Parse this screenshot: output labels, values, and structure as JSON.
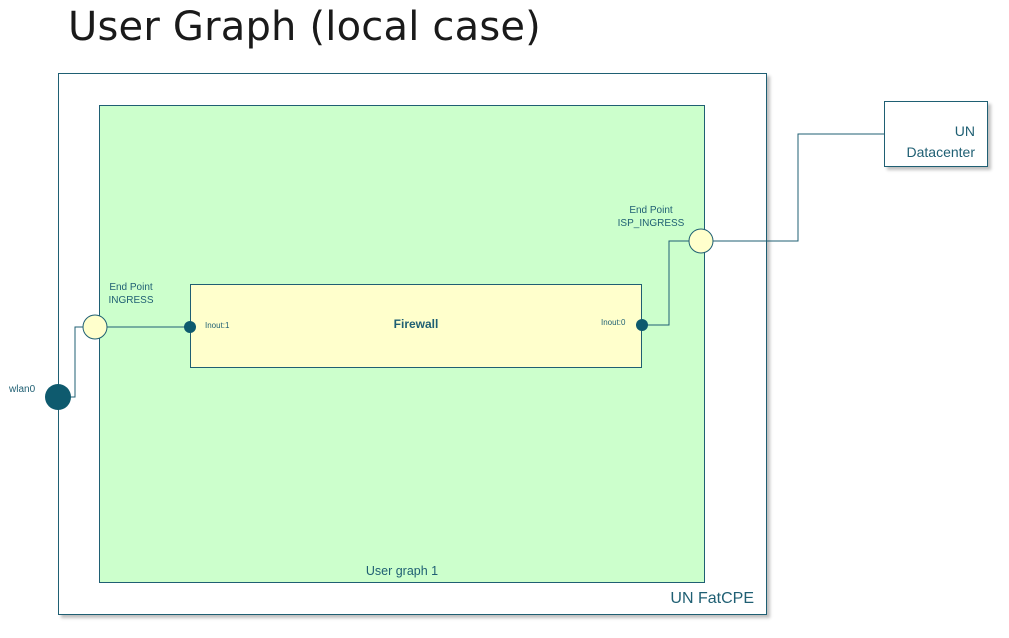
{
  "title": "User Graph (local case)",
  "containers": {
    "fatcpe": "UN FatCPE",
    "user_graph": "User graph 1",
    "datacenter": "UN\nDatacenter"
  },
  "vnf": {
    "name": "Firewall",
    "port_left": "Inout:1",
    "port_right": "Inout:0"
  },
  "endpoints": {
    "ingress": "End Point\nINGRESS",
    "isp_ingress": "End Point\nISP_INGRESS"
  },
  "interfaces": {
    "wlan0": "wlan0"
  },
  "colors": {
    "stroke": "#1f5f73",
    "port_fill": "#0e5a6e",
    "user_graph_fill": "#ccffcc",
    "vnf_fill": "#ffffcc",
    "endpoint_fill": "#ffffcc"
  }
}
